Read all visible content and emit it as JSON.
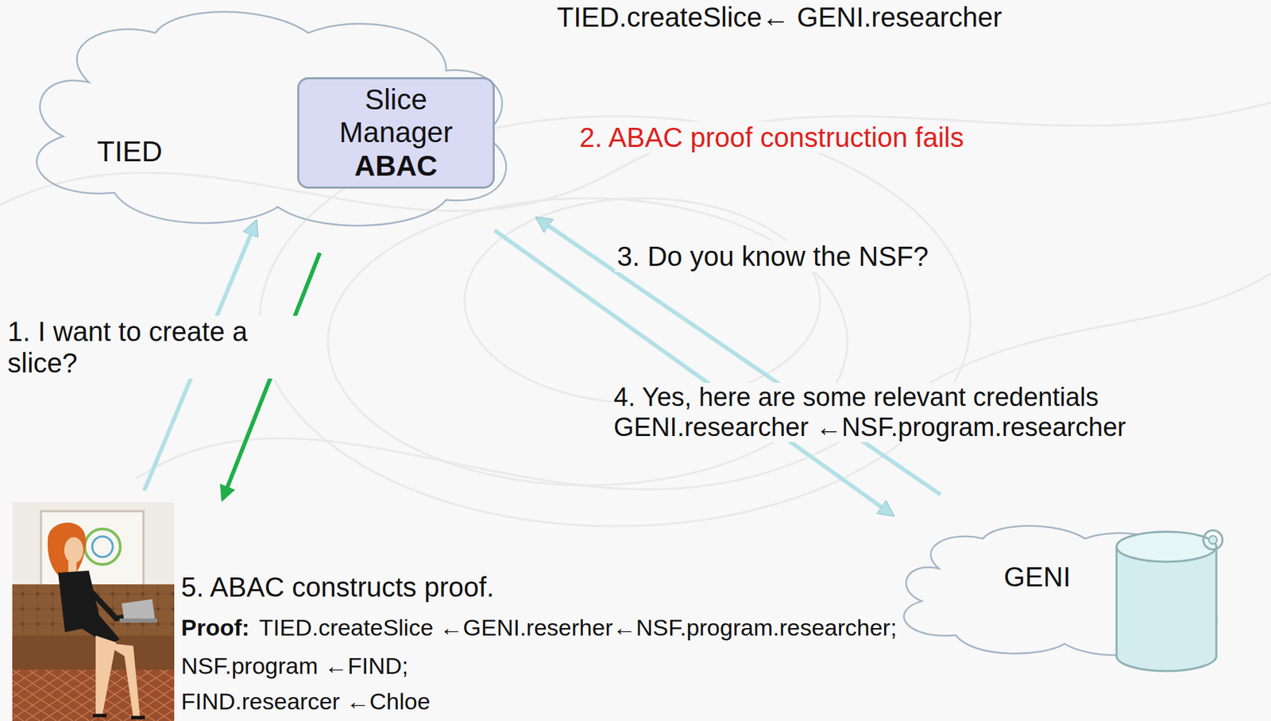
{
  "diagram": {
    "nodes": [
      {
        "text": [
          "TIED"
        ]
      },
      {
        "text": [
          "Slice Manager",
          "ABAC"
        ],
        "in": 0
      },
      {
        "text": [
          "GENI"
        ]
      }
    ],
    "edges": [
      {
        "from": 0,
        "to": 2,
        "arrow": "to",
        "label": "3. Do you know the NSF?"
      },
      {
        "from": 2,
        "to": 0,
        "arrow": "to",
        "label": "4. Yes, here are some relevant credentials GENI.researcher ←NSF.program.researcher"
      }
    ],
    "labels": [
      "TIED.createSlice← GENI.researcher",
      "2. ABAC proof construction fails",
      "1. I want to create a slice?",
      "5. ABAC constructs proof.",
      "Proof:",
      "TIED.createSlice ←GENI.reserher←NSF.program.researcher;",
      "NSF.program ←FIND;",
      "FIND.researcer ←Chloe"
    ]
  }
}
